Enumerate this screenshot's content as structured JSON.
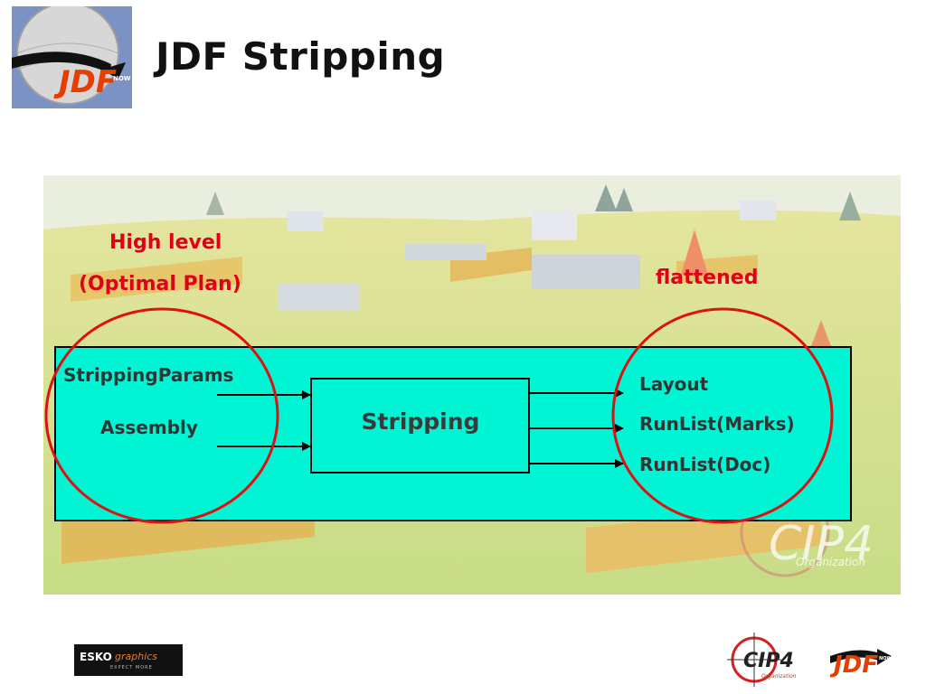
{
  "slide": {
    "title": "JDF Stripping"
  },
  "diagram": {
    "annotation_left_line1": "High level",
    "annotation_left_line2": "(Optimal Plan)",
    "annotation_right": "flattened",
    "process": "Stripping",
    "inputs": [
      "StrippingParams",
      "Assembly"
    ],
    "outputs": [
      "Layout",
      "RunList(Marks)",
      "RunList(Doc)"
    ]
  },
  "logos": {
    "top_left": {
      "text": "JDF",
      "sub": "NOW"
    },
    "esko": {
      "word": "ESKO",
      "sub": "graphics",
      "tag": "EXPECT MORE"
    },
    "cip4": {
      "text": "CIP4",
      "sub": "Organization",
      "faint": "Organization"
    },
    "jdf_bottom": {
      "text": "JDF",
      "sub": "NOW"
    }
  },
  "colors": {
    "box_fill": "#00f5d4",
    "circle": "#dd1111",
    "annotation": "#e0001a",
    "scene_sky": "#f3efd0",
    "scene_grass": "#cfdf8a"
  }
}
